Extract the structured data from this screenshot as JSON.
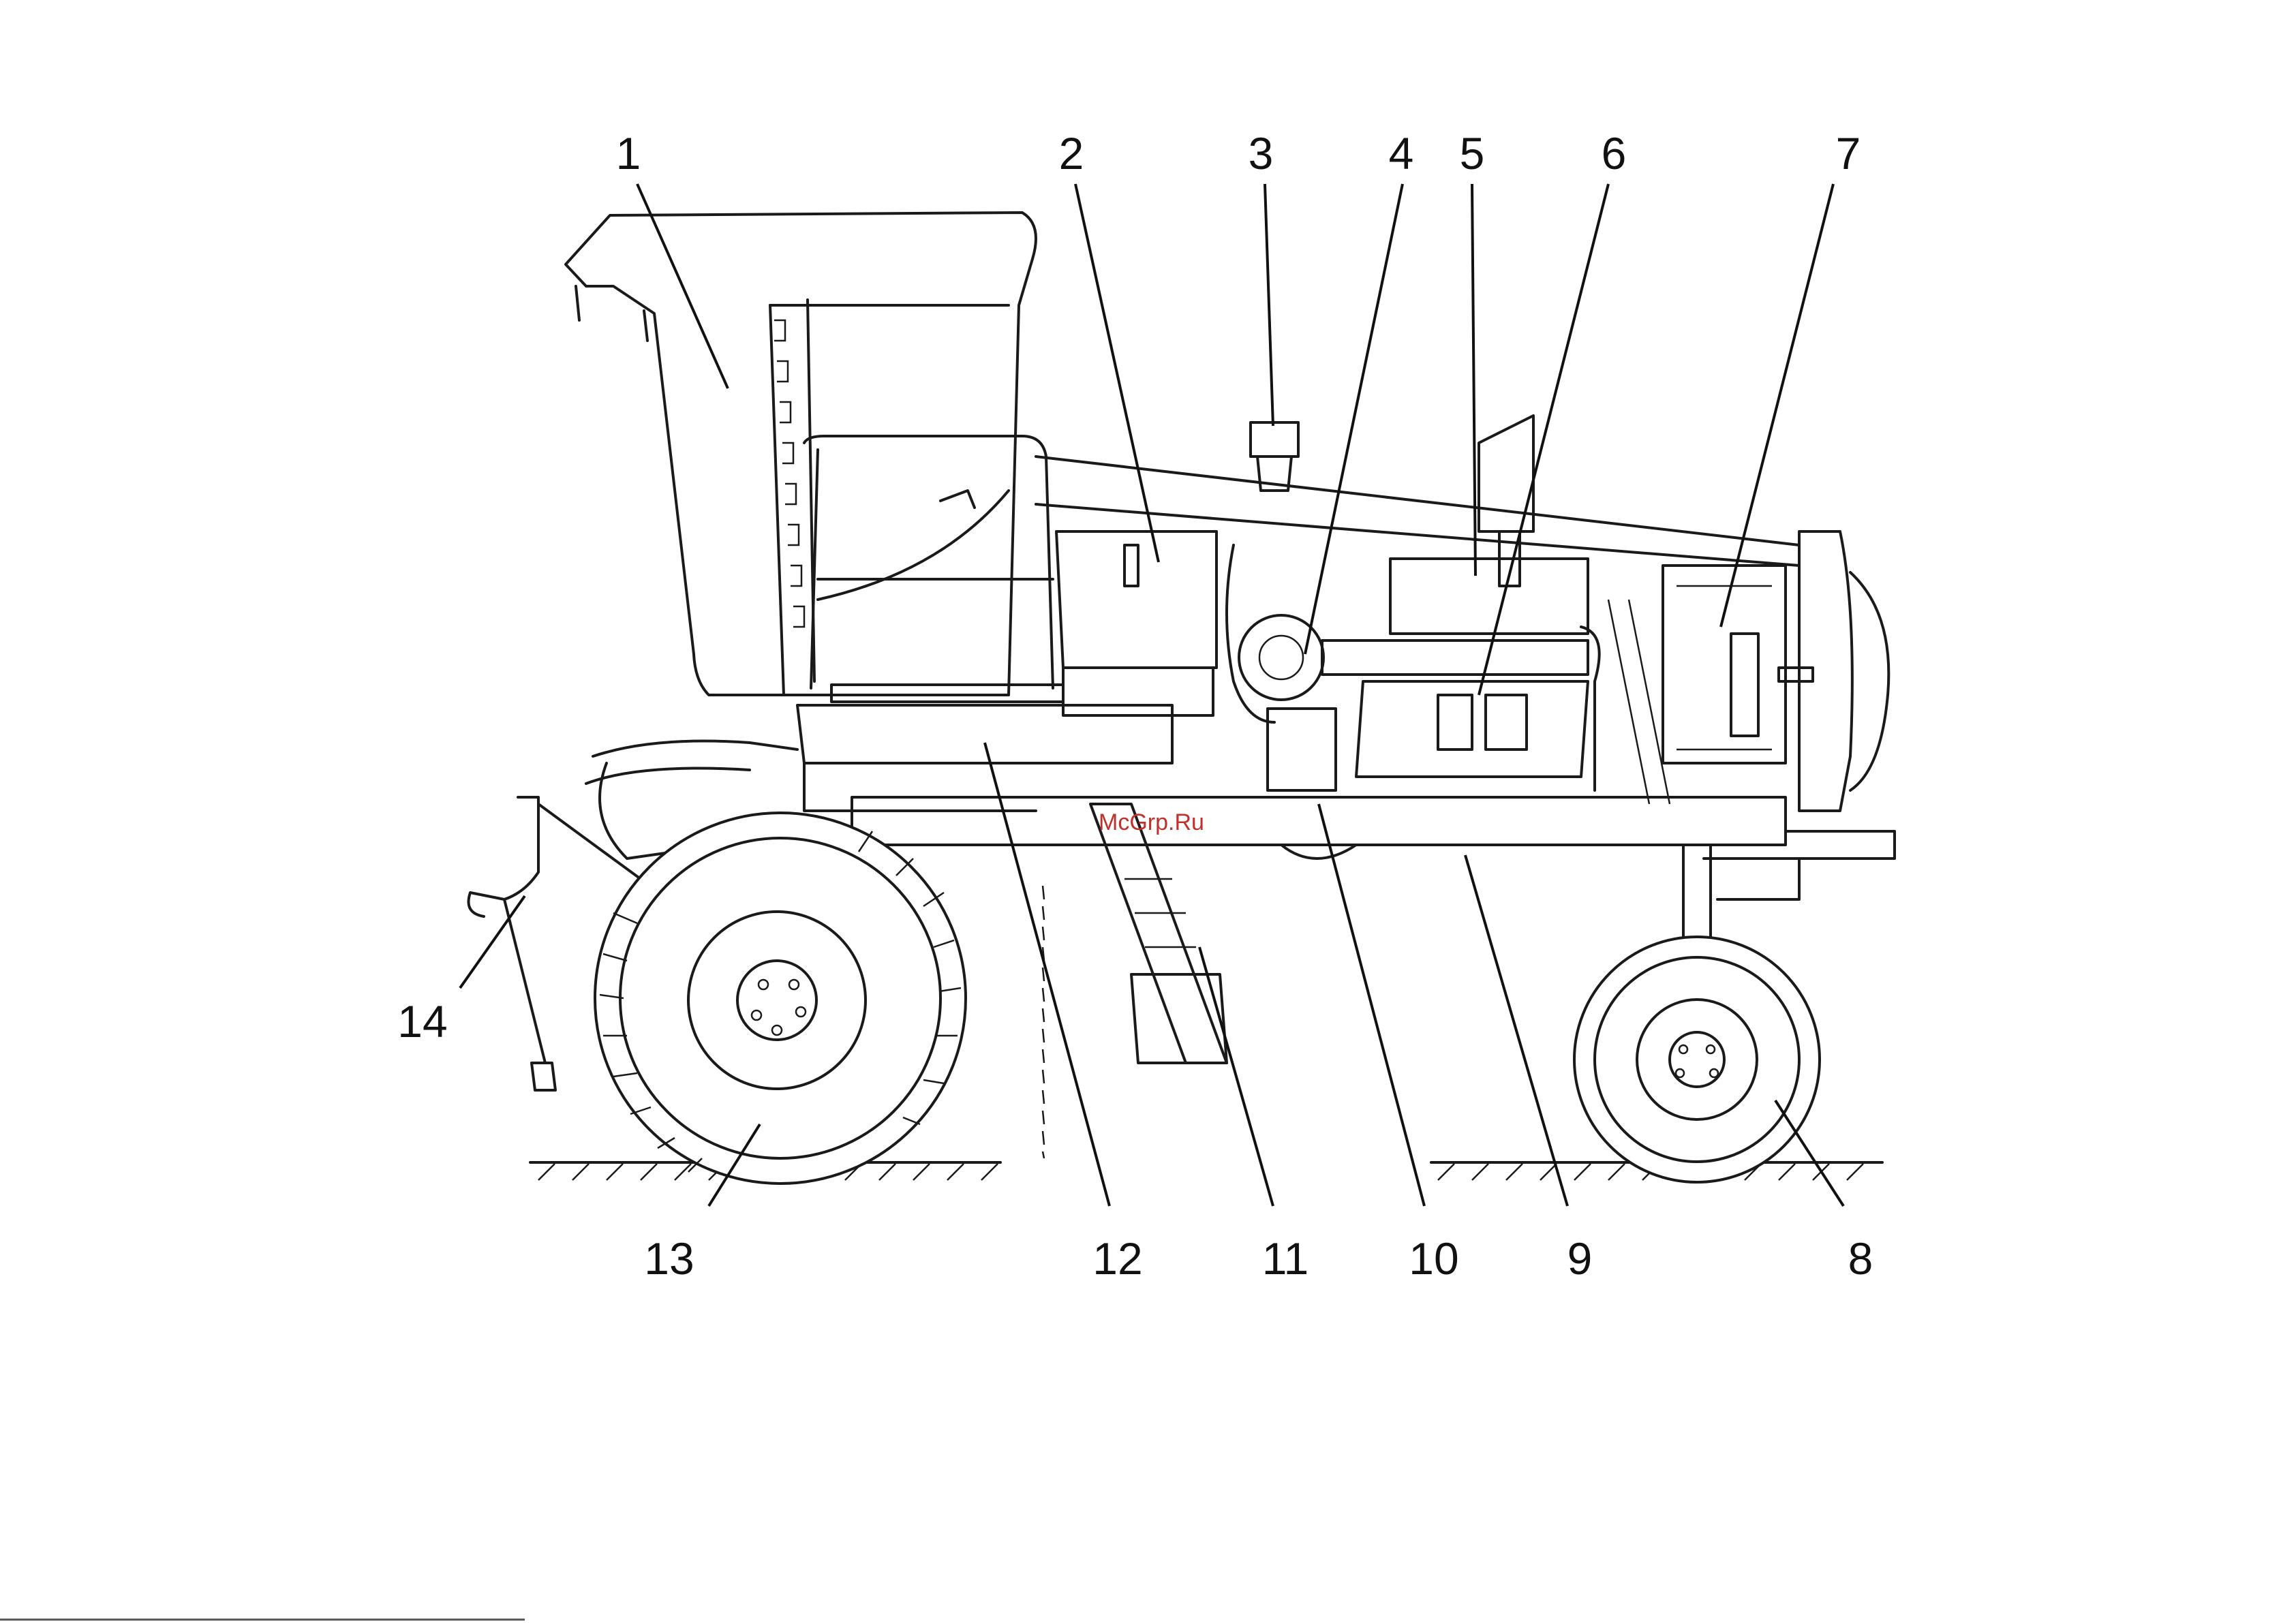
{
  "figure": {
    "watermark": "McGrp.Ru",
    "callouts": [
      {
        "id": "1",
        "label": "1"
      },
      {
        "id": "2",
        "label": "2"
      },
      {
        "id": "3",
        "label": "3"
      },
      {
        "id": "4",
        "label": "4"
      },
      {
        "id": "5",
        "label": "5"
      },
      {
        "id": "6",
        "label": "6"
      },
      {
        "id": "7",
        "label": "7"
      },
      {
        "id": "8",
        "label": "8"
      },
      {
        "id": "9",
        "label": "9"
      },
      {
        "id": "10",
        "label": "10"
      },
      {
        "id": "11",
        "label": "11"
      },
      {
        "id": "12",
        "label": "12"
      },
      {
        "id": "13",
        "label": "13"
      },
      {
        "id": "14",
        "label": "14"
      }
    ]
  }
}
